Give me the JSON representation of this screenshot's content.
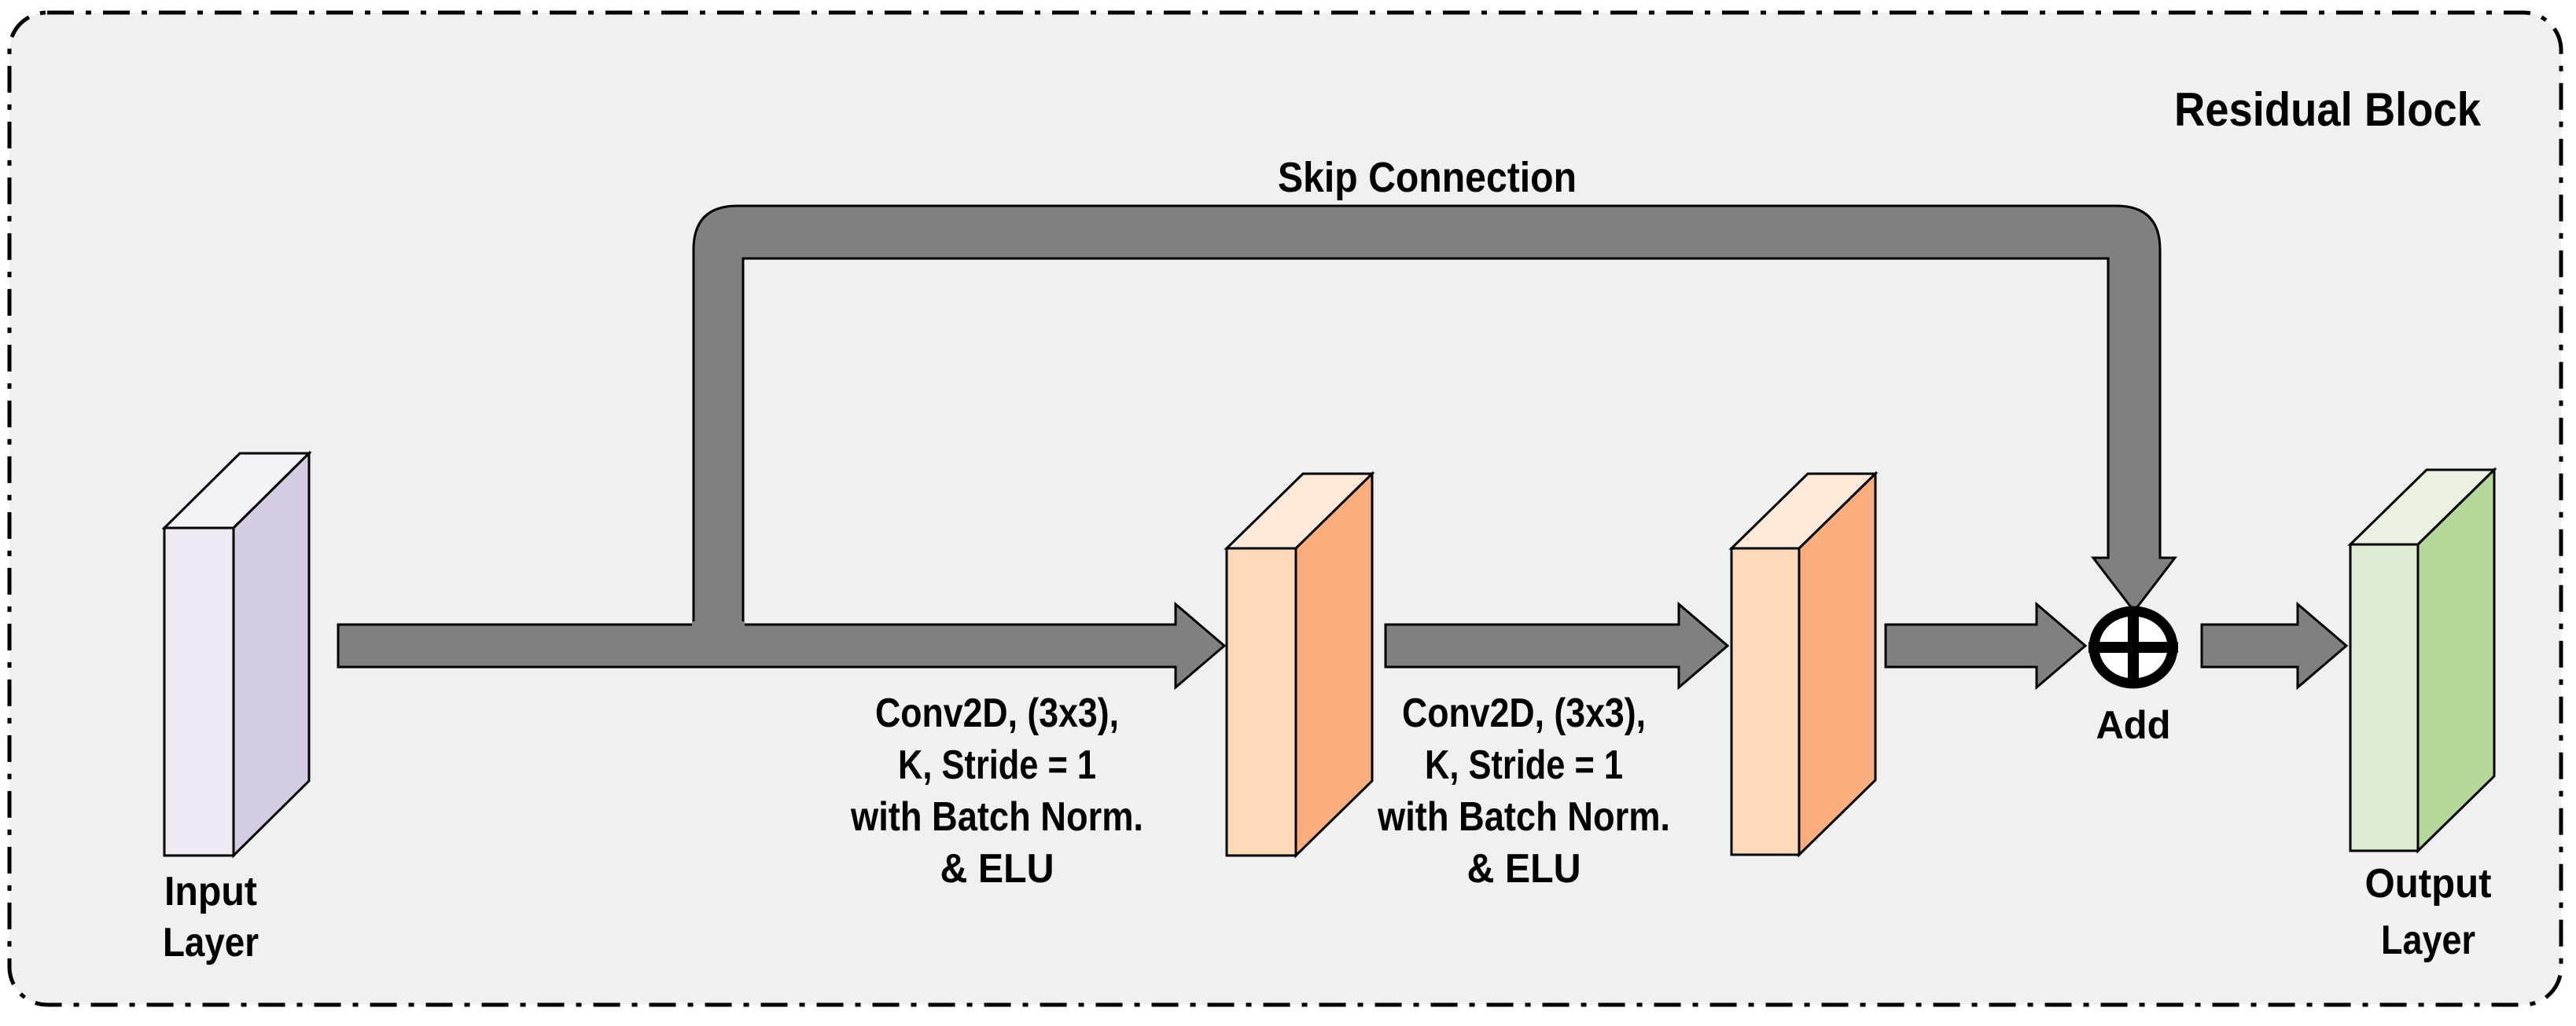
{
  "title": "Residual Block",
  "colors": {
    "panel_bg": "#F1F0F0",
    "outline": "#000000",
    "arrow": "#808080",
    "add_fill": "#FFFFFF",
    "input_front": "#EFE9F4",
    "input_side": "#D5CBE2",
    "input_top": "#F5F1F9",
    "conv_front": "#FDD8B9",
    "conv_side": "#FAAE7D",
    "conv_top": "#FDE9DA",
    "output_front": "#DDEBD2",
    "output_side": "#B6D79A",
    "output_top": "#E9F2E0"
  },
  "labels": {
    "skip_connection": "Skip Connection",
    "add": "Add",
    "input": [
      "Input",
      "Layer"
    ],
    "output": [
      "Output",
      "Layer"
    ],
    "conv": [
      "Conv2D, (3x3),",
      "K, Stride = 1",
      "with Batch Norm.",
      "& ELU"
    ]
  },
  "edges": [
    {
      "from": "input-layer",
      "to": "conv-block-1"
    },
    {
      "from": "conv-block-1",
      "to": "conv-block-2"
    },
    {
      "from": "conv-block-2",
      "to": "add"
    },
    {
      "from": "input-layer",
      "to": "add",
      "via": "skip-connection"
    },
    {
      "from": "add",
      "to": "output-layer"
    }
  ]
}
